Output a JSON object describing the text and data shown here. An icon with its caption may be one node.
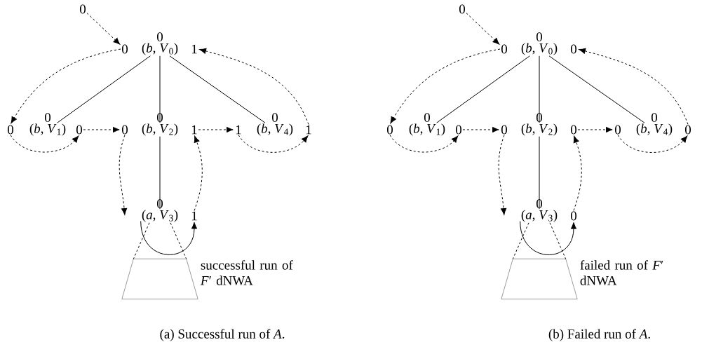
{
  "diagram": {
    "nodes": [
      {
        "text": [
          "0"
        ]
      },
      {
        "text": [
          "0"
        ]
      },
      {
        "text": [
          "(*b*, *V*$_{0}$)"
        ],
        "beside": [
          "0"
        ]
      },
      {
        "text": [
          "1"
        ]
      },
      {
        "text": [
          "0"
        ]
      },
      {
        "text": [
          "(*b*, *V*$_{1}$)"
        ],
        "beside": [
          "0"
        ]
      },
      {
        "text": [
          "0"
        ]
      },
      {
        "text": [
          "0"
        ]
      },
      {
        "text": [
          "(*b*, *V*$_{2}$)"
        ],
        "beside": [
          "0"
        ]
      },
      {
        "text": [
          "1"
        ]
      },
      {
        "text": [
          "1"
        ]
      },
      {
        "text": [
          "(*b*, *V*$_{4}$)"
        ],
        "beside": [
          "0"
        ]
      },
      {
        "text": [
          "1"
        ]
      },
      {
        "text": [
          "(*a*, *V*$_{3}$)"
        ],
        "beside": [
          "0"
        ]
      },
      {
        "text": [
          "1"
        ]
      },
      {
        "text": [],
        "shape": "trapezoid",
        "beside": [
          "successful run of *F*′ dNWA"
        ]
      },
      {
        "text": [
          "0"
        ]
      },
      {
        "text": [
          "0"
        ]
      },
      {
        "text": [
          "(*b*, *V*$_{0}$)"
        ],
        "beside": [
          "0"
        ]
      },
      {
        "text": [
          "0"
        ]
      },
      {
        "text": [
          "0"
        ]
      },
      {
        "text": [
          "(*b*, *V*$_{1}$)"
        ],
        "beside": [
          "0"
        ]
      },
      {
        "text": [
          "0"
        ]
      },
      {
        "text": [
          "0"
        ]
      },
      {
        "text": [
          "(*b*, *V*$_{2}$)"
        ],
        "beside": [
          "0"
        ]
      },
      {
        "text": [
          "0"
        ]
      },
      {
        "text": [
          "0"
        ]
      },
      {
        "text": [
          "(*b*, *V*$_{4}$)"
        ],
        "beside": [
          "0"
        ]
      },
      {
        "text": [
          "0"
        ]
      },
      {
        "text": [
          "(*a*, *V*$_{3}$)"
        ],
        "beside": [
          "0"
        ]
      },
      {
        "text": [
          "0"
        ]
      },
      {
        "text": [],
        "shape": "trapezoid",
        "beside": [
          "failed run of *F*′ dNWA"
        ]
      }
    ],
    "edges": [
      {
        "from": 2,
        "to": 5,
        "arrow": "none"
      },
      {
        "from": 2,
        "to": 8,
        "arrow": "none"
      },
      {
        "from": 2,
        "to": 11,
        "arrow": "none"
      },
      {
        "from": 8,
        "to": 13,
        "arrow": "none"
      },
      {
        "from": 0,
        "to": 1,
        "arrow": "to",
        "style": "dashed"
      },
      {
        "from": 1,
        "to": 4,
        "arrow": "to",
        "style": "dashed"
      },
      {
        "from": 4,
        "to": 6,
        "arrow": "to",
        "style": "dashed"
      },
      {
        "from": 6,
        "to": 7,
        "arrow": "to",
        "style": "dashed"
      },
      {
        "from": 7,
        "to": 13,
        "arrow": "to",
        "style": "dashed"
      },
      {
        "from": 13,
        "to": 14,
        "arrow": "to"
      },
      {
        "from": 14,
        "to": 9,
        "arrow": "to",
        "style": "dashed"
      },
      {
        "from": 9,
        "to": 10,
        "arrow": "to",
        "style": "dashed"
      },
      {
        "from": 10,
        "to": 12,
        "arrow": "to",
        "style": "dashed"
      },
      {
        "from": 12,
        "to": 3,
        "arrow": "to",
        "style": "dashed"
      },
      {
        "from": 13,
        "to": 15,
        "arrow": "none",
        "style": "dashed"
      },
      {
        "from": 13,
        "to": 15,
        "arrow": "none",
        "style": "dashed"
      },
      {
        "from": 18,
        "to": 21,
        "arrow": "none"
      },
      {
        "from": 18,
        "to": 24,
        "arrow": "none"
      },
      {
        "from": 18,
        "to": 27,
        "arrow": "none"
      },
      {
        "from": 24,
        "to": 29,
        "arrow": "none"
      },
      {
        "from": 16,
        "to": 17,
        "arrow": "to",
        "style": "dashed"
      },
      {
        "from": 17,
        "to": 20,
        "arrow": "to",
        "style": "dashed"
      },
      {
        "from": 20,
        "to": 22,
        "arrow": "to",
        "style": "dashed"
      },
      {
        "from": 22,
        "to": 23,
        "arrow": "to",
        "style": "dashed"
      },
      {
        "from": 23,
        "to": 29,
        "arrow": "to",
        "style": "dashed"
      },
      {
        "from": 29,
        "to": 30,
        "arrow": "to"
      },
      {
        "from": 30,
        "to": 25,
        "arrow": "to",
        "style": "dashed"
      },
      {
        "from": 25,
        "to": 26,
        "arrow": "to",
        "style": "dashed"
      },
      {
        "from": 26,
        "to": 28,
        "arrow": "to",
        "style": "dashed"
      },
      {
        "from": 28,
        "to": 19,
        "arrow": "to",
        "style": "dashed"
      },
      {
        "from": 29,
        "to": 31,
        "arrow": "none",
        "style": "dashed"
      },
      {
        "from": 29,
        "to": 31,
        "arrow": "none",
        "style": "dashed"
      }
    ],
    "labels": [
      "(a) Successful run of *A*.",
      "(b) Failed run of *A*."
    ]
  }
}
